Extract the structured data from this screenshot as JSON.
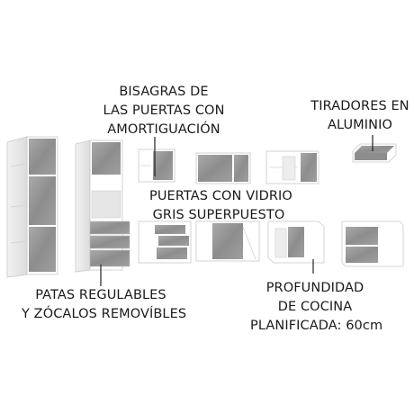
{
  "callouts": {
    "hinges": {
      "lines": [
        "BISAGRAS DE",
        "LAS PUERTAS CON",
        "AMORTIGUACIÓN"
      ]
    },
    "handles": {
      "lines": [
        "TIRADORES EN",
        "ALUMINIO"
      ]
    },
    "glass_doors": {
      "lines": [
        "PUERTAS CON VIDRIO",
        "GRIS SUPERPUESTO"
      ]
    },
    "feet": {
      "lines": [
        "PATAS REGULABLES",
        "Y ZÓCALOS REMOVÍBLES"
      ]
    },
    "depth": {
      "lines": [
        "PROFUNDIDAD",
        "DE COCINA",
        "PLANIFICADA: 60cm"
      ]
    }
  },
  "colors": {
    "cabinet_white": "#ffffff",
    "cabinet_edge": "#c9c9c9",
    "door_gray": "#9a9a9a",
    "door_gray_dark": "#7d7d7d",
    "interior": "#e6e6e6",
    "leader_line": "#222222"
  }
}
